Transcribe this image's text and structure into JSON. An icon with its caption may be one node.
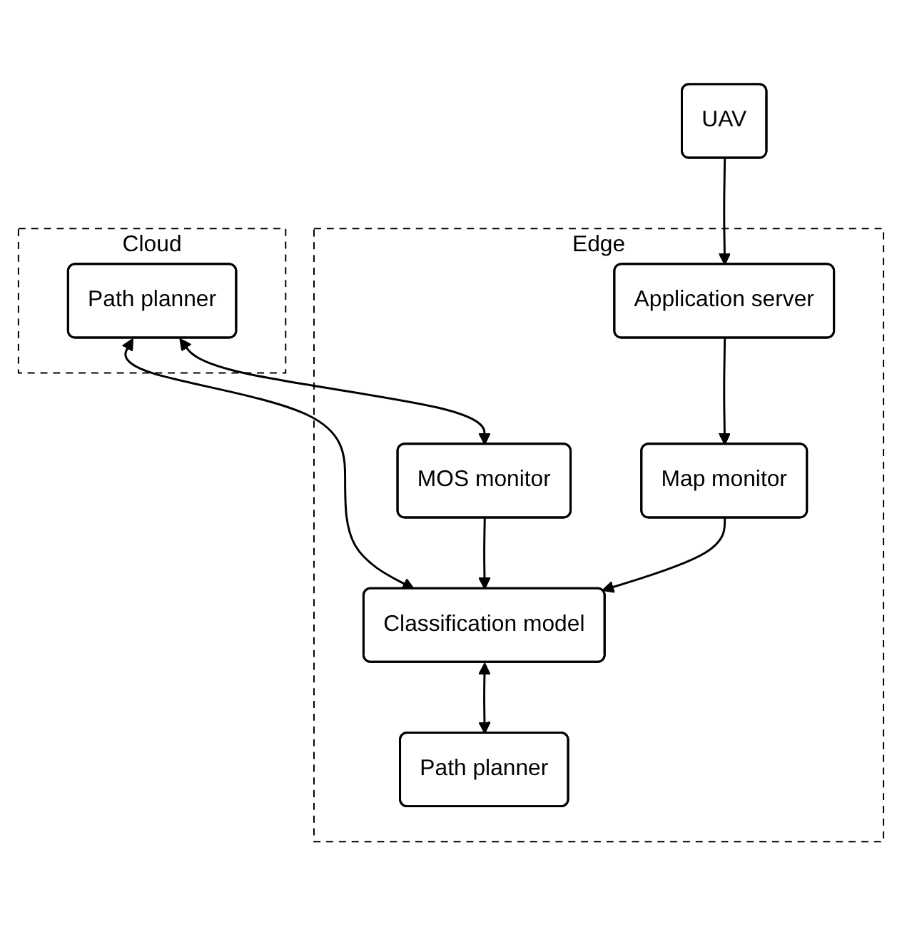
{
  "diagram": {
    "nodes": [
      {
        "text": [
          "Cloud"
        ]
      },
      {
        "text": [
          "Path planner"
        ],
        "in": 0
      },
      {
        "text": [
          "Edge"
        ]
      },
      {
        "text": [
          "MOS monitor"
        ],
        "in": 2
      },
      {
        "text": [
          "Classification model"
        ],
        "in": 2
      },
      {
        "text": [
          "Path planner"
        ],
        "in": 2
      },
      {
        "text": [
          "Application server"
        ],
        "in": 2
      },
      {
        "text": [
          "Map monitor"
        ],
        "in": 2
      },
      {
        "text": [
          "UAV"
        ]
      }
    ],
    "edges": [
      {
        "from": 1,
        "to": 3,
        "arrow": "both"
      },
      {
        "from": 1,
        "to": 4,
        "arrow": "both"
      },
      {
        "from": 3,
        "to": 4,
        "arrow": "to"
      },
      {
        "from": 4,
        "to": 5,
        "arrow": "both"
      },
      {
        "from": 7,
        "to": 4,
        "arrow": "to"
      },
      {
        "from": 6,
        "to": 7,
        "arrow": "to"
      },
      {
        "from": 8,
        "to": 6,
        "arrow": "to"
      }
    ]
  }
}
